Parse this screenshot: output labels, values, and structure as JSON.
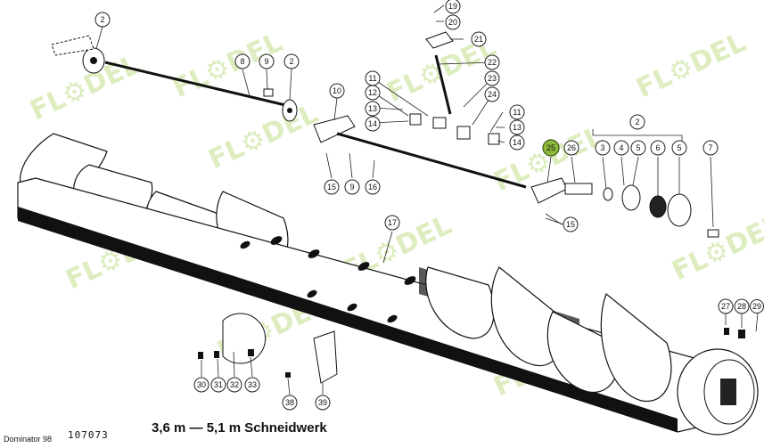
{
  "caption": "3,6 m — 5,1 m Schneidwerk",
  "model": "Dominator 98",
  "drawing_number": "107073",
  "watermark": "FL⚙DEL",
  "accent_color": "#8db83a",
  "highlighted_part": "25",
  "callouts": {
    "c2a": "2",
    "c2b": "2",
    "c2c": "2",
    "c3": "3",
    "c4": "4",
    "c5a": "5",
    "c5b": "5",
    "c6": "6",
    "c7": "7",
    "c8": "8",
    "c9a": "9",
    "c9b": "9",
    "c10": "10",
    "c11a": "11",
    "c11b": "11",
    "c12": "12",
    "c13a": "13",
    "c13b": "13",
    "c14a": "14",
    "c14b": "14",
    "c15a": "15",
    "c15b": "15",
    "c16": "16",
    "c17": "17",
    "c19": "19",
    "c20": "20",
    "c21": "21",
    "c22": "22",
    "c23": "23",
    "c24": "24",
    "c25": "25",
    "c26": "26",
    "c27": "27",
    "c28": "28",
    "c29": "29",
    "c30": "30",
    "c31": "31",
    "c32": "32",
    "c33": "33",
    "c38": "38",
    "c39": "39"
  }
}
